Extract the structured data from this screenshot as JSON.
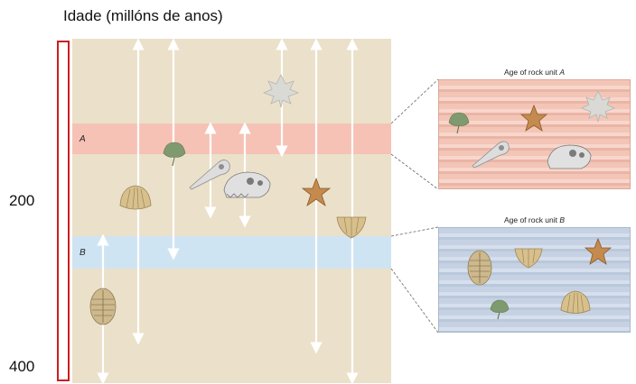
{
  "axis": {
    "title": "Idade (millóns de anos)",
    "ticks": [
      "200",
      "400"
    ]
  },
  "bands": {
    "a_label": "A",
    "b_label": "B"
  },
  "insets": {
    "a_caption_prefix": "Age of rock unit ",
    "a_caption_letter": "A",
    "b_caption_prefix": "Age of rock unit ",
    "b_caption_letter": "B"
  },
  "colors": {
    "panel": "#ebe0c9",
    "band_a": "#f6c2b5",
    "band_b": "#cfe4f3",
    "axis_bar": "#cc1f1f",
    "fossil_shell": "#d8c08c",
    "fossil_leaf": "#7f9a6e",
    "fossil_skull": "#dcdcdc",
    "fossil_star": "#b8773f"
  },
  "fossils": [
    "maple-leaf",
    "ginkgo-leaf",
    "bird-skull",
    "dinosaur-skull",
    "starfish",
    "scallop-shell",
    "brachiopod-shell",
    "trilobite"
  ]
}
